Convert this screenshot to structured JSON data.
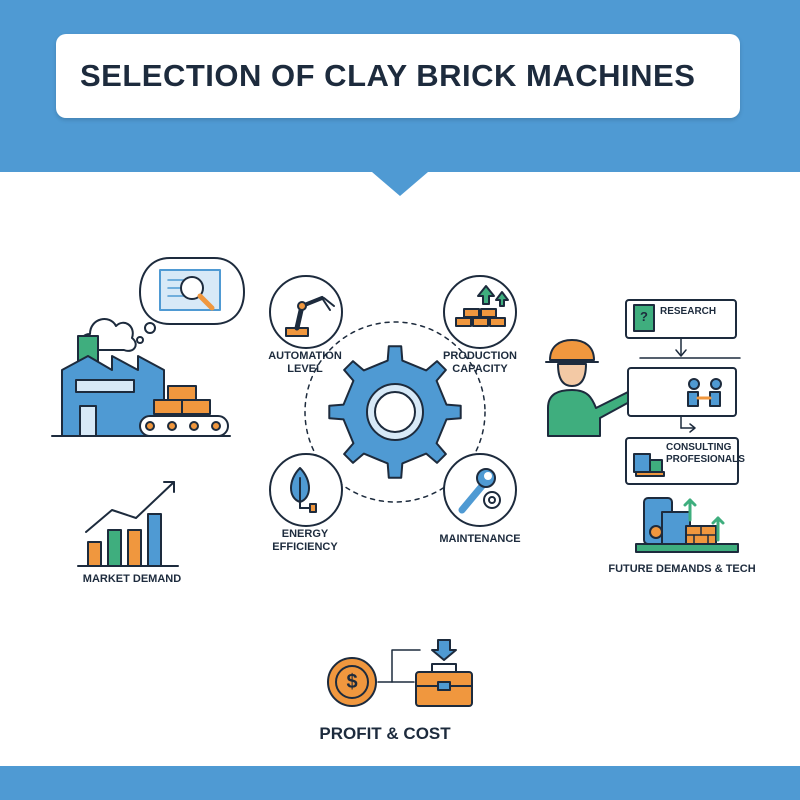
{
  "title": "SELECTION OF CLAY BRICK MACHINES",
  "factors": {
    "automation": "AUTOMATION LEVEL",
    "production": "PRODUCTION CAPACITY",
    "energy": "ENERGY EFFICIENCY",
    "maintenance": "MAINTENANCE"
  },
  "market_demand": "MARKET DEMAND",
  "process": {
    "research": "RESEARCH",
    "consulting": "CONSULTING PROFESIONALS",
    "future": "FUTURE DEMANDS & TECH"
  },
  "profit_cost": "PROFIT & COST",
  "icons": {
    "currency_symbol": "$",
    "question_symbol": "?"
  },
  "colors": {
    "blue": "#4f9ad3",
    "orange": "#f0973e",
    "green": "#3fae7e",
    "navy": "#1d2b3d",
    "light_blue": "#d7e9f7"
  }
}
